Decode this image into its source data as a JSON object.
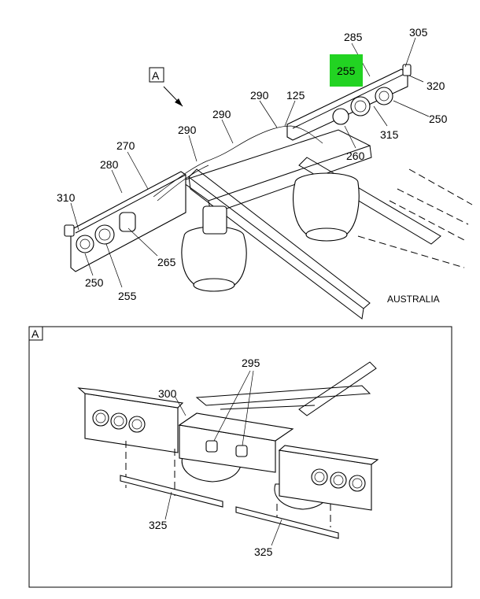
{
  "view_marker_top": "A",
  "region_label": "AUSTRALIA",
  "highlight_color": "#22d322",
  "top_view_callouts": {
    "c285": "285",
    "c305": "305",
    "c255_highlight": "255",
    "c320": "320",
    "c290_right": "290",
    "c125": "125",
    "c250_right": "250",
    "c315": "315",
    "c290_mid": "290",
    "c260": "260",
    "c290_left": "290",
    "c270": "270",
    "c280": "280",
    "c310": "310",
    "c265": "265",
    "c250_left": "250",
    "c255_left": "255"
  },
  "detail_view": {
    "marker": "A",
    "callouts": {
      "c295": "295",
      "c300": "300",
      "c325_left": "325",
      "c325_right": "325"
    }
  }
}
